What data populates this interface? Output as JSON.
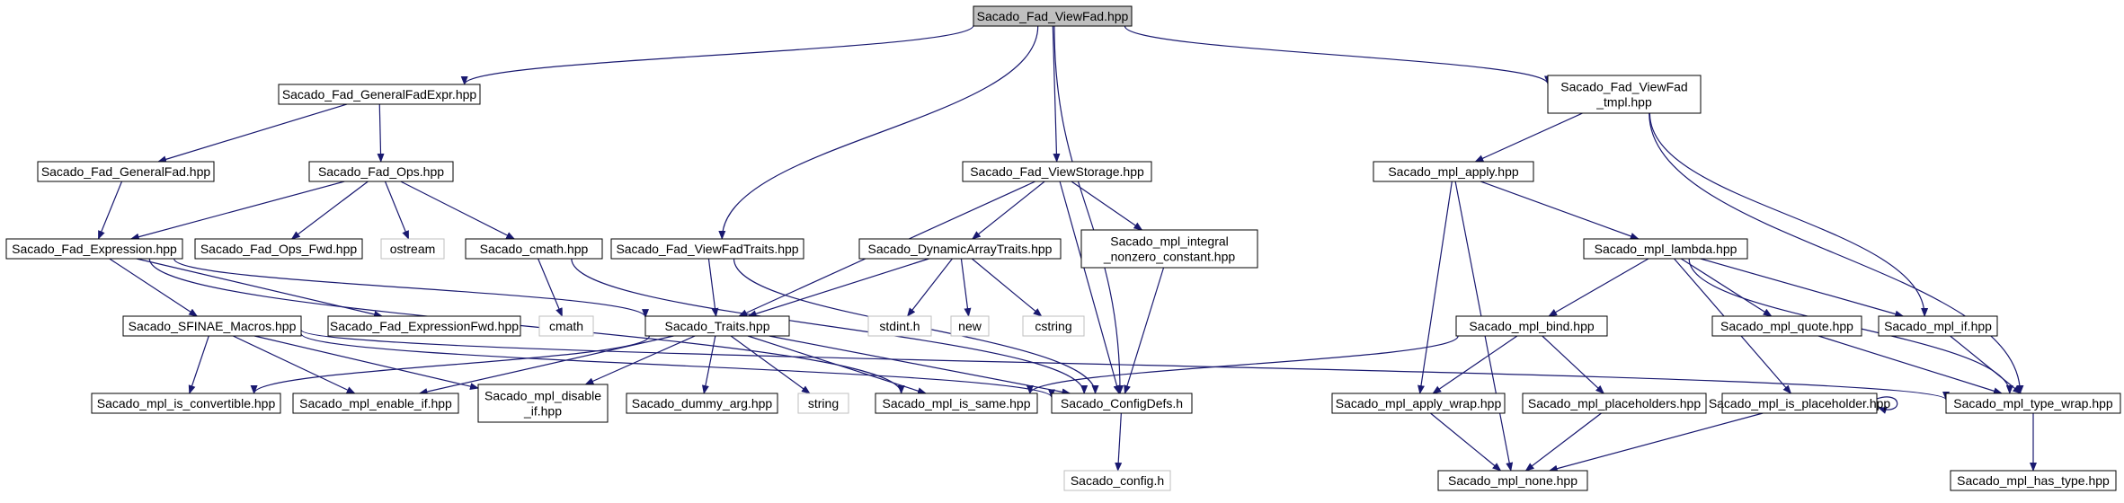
{
  "colors": {
    "edge": "#191970",
    "node_border": "#000000",
    "external_border": "#bfbfbf",
    "root_fill": "#bfbfbf",
    "background": "#ffffff"
  },
  "nodes": [
    {
      "id": "n0",
      "lines": [
        "Sacado_Fad_ViewFad.hpp"
      ],
      "kind": "root"
    },
    {
      "id": "n1",
      "lines": [
        "Sacado_Fad_GeneralFadExpr.hpp"
      ],
      "kind": "normal"
    },
    {
      "id": "n2",
      "lines": [
        "Sacado_Fad_ViewFad",
        "_tmpl.hpp"
      ],
      "kind": "normal"
    },
    {
      "id": "n3",
      "lines": [
        "Sacado_Fad_GeneralFad.hpp"
      ],
      "kind": "normal"
    },
    {
      "id": "n4",
      "lines": [
        "Sacado_Fad_Ops.hpp"
      ],
      "kind": "normal"
    },
    {
      "id": "n5",
      "lines": [
        "Sacado_Fad_ViewStorage.hpp"
      ],
      "kind": "normal"
    },
    {
      "id": "n6",
      "lines": [
        "Sacado_mpl_apply.hpp"
      ],
      "kind": "normal"
    },
    {
      "id": "n7",
      "lines": [
        "Sacado_Fad_Expression.hpp"
      ],
      "kind": "normal"
    },
    {
      "id": "n8",
      "lines": [
        "Sacado_Fad_Ops_Fwd.hpp"
      ],
      "kind": "normal"
    },
    {
      "id": "n9",
      "lines": [
        "ostream"
      ],
      "kind": "external"
    },
    {
      "id": "n10",
      "lines": [
        "Sacado_cmath.hpp"
      ],
      "kind": "normal"
    },
    {
      "id": "n11",
      "lines": [
        "Sacado_Fad_ViewFadTraits.hpp"
      ],
      "kind": "normal"
    },
    {
      "id": "n12",
      "lines": [
        "Sacado_DynamicArrayTraits.hpp"
      ],
      "kind": "normal"
    },
    {
      "id": "n13",
      "lines": [
        "Sacado_mpl_integral",
        "_nonzero_constant.hpp"
      ],
      "kind": "normal"
    },
    {
      "id": "n14",
      "lines": [
        "Sacado_mpl_lambda.hpp"
      ],
      "kind": "normal"
    },
    {
      "id": "n15",
      "lines": [
        "Sacado_SFINAE_Macros.hpp"
      ],
      "kind": "normal"
    },
    {
      "id": "n16",
      "lines": [
        "Sacado_Fad_ExpressionFwd.hpp"
      ],
      "kind": "normal"
    },
    {
      "id": "n17",
      "lines": [
        "cmath"
      ],
      "kind": "external"
    },
    {
      "id": "n18",
      "lines": [
        "Sacado_Traits.hpp"
      ],
      "kind": "normal"
    },
    {
      "id": "n19",
      "lines": [
        "stdint.h"
      ],
      "kind": "external"
    },
    {
      "id": "n20",
      "lines": [
        "new"
      ],
      "kind": "external"
    },
    {
      "id": "n21",
      "lines": [
        "cstring"
      ],
      "kind": "external"
    },
    {
      "id": "n22",
      "lines": [
        "Sacado_mpl_bind.hpp"
      ],
      "kind": "normal"
    },
    {
      "id": "n23",
      "lines": [
        "Sacado_mpl_quote.hpp"
      ],
      "kind": "normal"
    },
    {
      "id": "n24",
      "lines": [
        "Sacado_mpl_if.hpp"
      ],
      "kind": "normal"
    },
    {
      "id": "n25",
      "lines": [
        "Sacado_mpl_is_convertible.hpp"
      ],
      "kind": "normal"
    },
    {
      "id": "n26",
      "lines": [
        "Sacado_mpl_enable_if.hpp"
      ],
      "kind": "normal"
    },
    {
      "id": "n27",
      "lines": [
        "Sacado_mpl_disable",
        "_if.hpp"
      ],
      "kind": "normal"
    },
    {
      "id": "n28",
      "lines": [
        "Sacado_dummy_arg.hpp"
      ],
      "kind": "normal"
    },
    {
      "id": "n29",
      "lines": [
        "string"
      ],
      "kind": "external"
    },
    {
      "id": "n30",
      "lines": [
        "Sacado_mpl_is_same.hpp"
      ],
      "kind": "normal"
    },
    {
      "id": "n31",
      "lines": [
        "Sacado_ConfigDefs.h"
      ],
      "kind": "normal"
    },
    {
      "id": "n32",
      "lines": [
        "Sacado_mpl_apply_wrap.hpp"
      ],
      "kind": "normal"
    },
    {
      "id": "n33",
      "lines": [
        "Sacado_mpl_placeholders.hpp"
      ],
      "kind": "normal"
    },
    {
      "id": "n34",
      "lines": [
        "Sacado_mpl_is_placeholder.hpp"
      ],
      "kind": "normal"
    },
    {
      "id": "n35",
      "lines": [
        "Sacado_mpl_type_wrap.hpp"
      ],
      "kind": "normal"
    },
    {
      "id": "n36",
      "lines": [
        "Sacado_config.h"
      ],
      "kind": "external"
    },
    {
      "id": "n37",
      "lines": [
        "Sacado_mpl_none.hpp"
      ],
      "kind": "normal"
    },
    {
      "id": "n38",
      "lines": [
        "Sacado_mpl_has_type.hpp"
      ],
      "kind": "normal"
    }
  ],
  "edges": [
    [
      "n0",
      "n1"
    ],
    [
      "n0",
      "n11"
    ],
    [
      "n0",
      "n5"
    ],
    [
      "n0",
      "n31"
    ],
    [
      "n0",
      "n2"
    ],
    [
      "n1",
      "n3"
    ],
    [
      "n1",
      "n4"
    ],
    [
      "n3",
      "n7"
    ],
    [
      "n4",
      "n7"
    ],
    [
      "n4",
      "n8"
    ],
    [
      "n4",
      "n9"
    ],
    [
      "n4",
      "n10"
    ],
    [
      "n7",
      "n15"
    ],
    [
      "n7",
      "n16"
    ],
    [
      "n7",
      "n18"
    ],
    [
      "n7",
      "n30"
    ],
    [
      "n10",
      "n17"
    ],
    [
      "n10",
      "n31"
    ],
    [
      "n15",
      "n25"
    ],
    [
      "n15",
      "n26"
    ],
    [
      "n15",
      "n27"
    ],
    [
      "n15",
      "n31"
    ],
    [
      "n15",
      "n35"
    ],
    [
      "n18",
      "n25"
    ],
    [
      "n18",
      "n26"
    ],
    [
      "n18",
      "n27"
    ],
    [
      "n18",
      "n28"
    ],
    [
      "n18",
      "n29"
    ],
    [
      "n18",
      "n30"
    ],
    [
      "n18",
      "n31"
    ],
    [
      "n11",
      "n18"
    ],
    [
      "n11",
      "n31"
    ],
    [
      "n5",
      "n18"
    ],
    [
      "n5",
      "n12"
    ],
    [
      "n5",
      "n13"
    ],
    [
      "n5",
      "n31"
    ],
    [
      "n12",
      "n18"
    ],
    [
      "n12",
      "n19"
    ],
    [
      "n12",
      "n20"
    ],
    [
      "n12",
      "n21"
    ],
    [
      "n13",
      "n31"
    ],
    [
      "n31",
      "n36"
    ],
    [
      "n2",
      "n6"
    ],
    [
      "n2",
      "n24"
    ],
    [
      "n2",
      "n35"
    ],
    [
      "n6",
      "n14"
    ],
    [
      "n6",
      "n32"
    ],
    [
      "n6",
      "n37"
    ],
    [
      "n14",
      "n22"
    ],
    [
      "n14",
      "n23"
    ],
    [
      "n14",
      "n24"
    ],
    [
      "n14",
      "n34"
    ],
    [
      "n14",
      "n35"
    ],
    [
      "n22",
      "n30"
    ],
    [
      "n22",
      "n32"
    ],
    [
      "n22",
      "n33"
    ],
    [
      "n23",
      "n35"
    ],
    [
      "n24",
      "n35"
    ],
    [
      "n34",
      "n34"
    ],
    [
      "n34",
      "n37"
    ],
    [
      "n32",
      "n37"
    ],
    [
      "n33",
      "n37"
    ],
    [
      "n35",
      "n38"
    ]
  ]
}
